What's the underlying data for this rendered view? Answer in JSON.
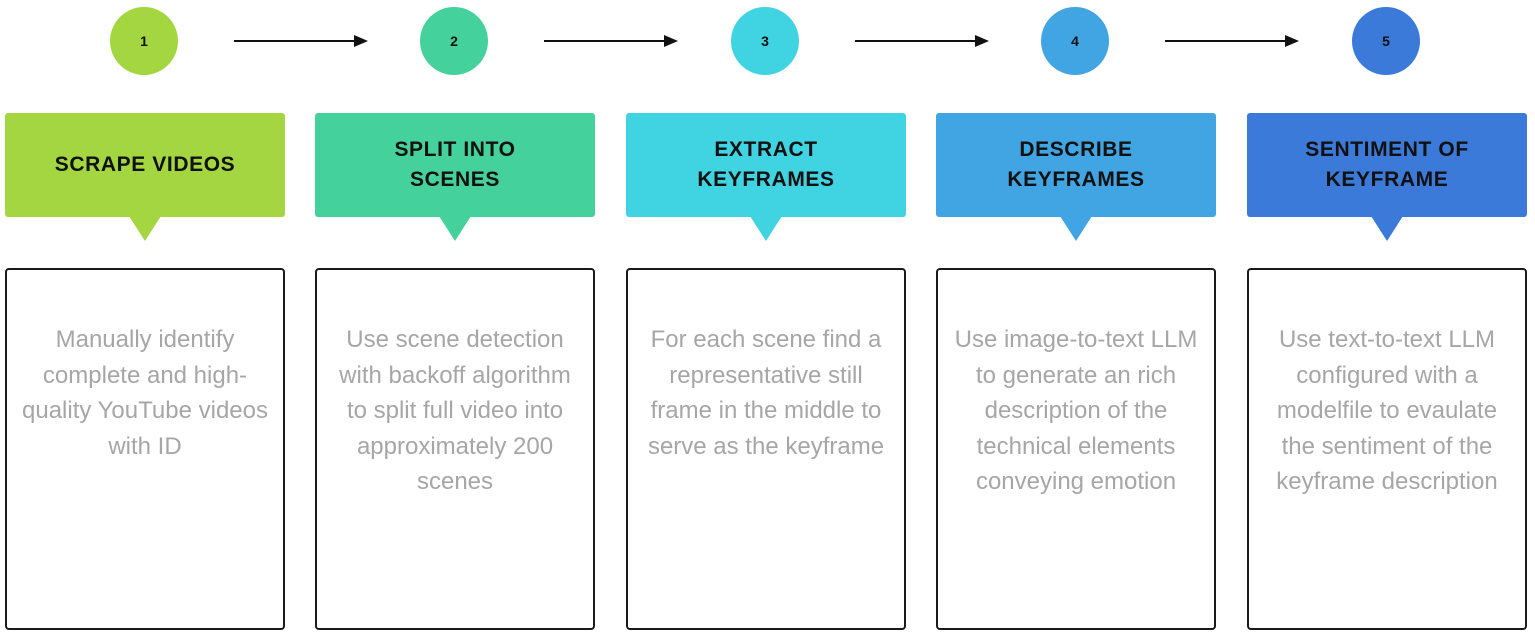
{
  "steps": [
    {
      "number": "1",
      "title": "SCRAPE VIDEOS",
      "description": "Manually identify complete and high-quality YouTube videos with ID",
      "color": "#a3d641"
    },
    {
      "number": "2",
      "title": "SPLIT INTO\nSCENES",
      "description": "Use scene detection with backoff algorithm to split full video into approximately 200 scenes",
      "color": "#45d19c"
    },
    {
      "number": "3",
      "title": "EXTRACT\nKEYFRAMES",
      "description": "For each scene find a representative still frame in the middle to serve as the keyframe",
      "color": "#40d4e2"
    },
    {
      "number": "4",
      "title": "DESCRIBE\nKEYFRAMES",
      "description": "Use image-to-text LLM to generate an rich description of the technical elements conveying emotion",
      "color": "#40a5e2"
    },
    {
      "number": "5",
      "title": "SENTIMENT OF\nKEYFRAME",
      "description": "Use text-to-text LLM configured with a modelfile to evaulate the sentiment of the keyframe description",
      "color": "#3b7ad9"
    }
  ]
}
